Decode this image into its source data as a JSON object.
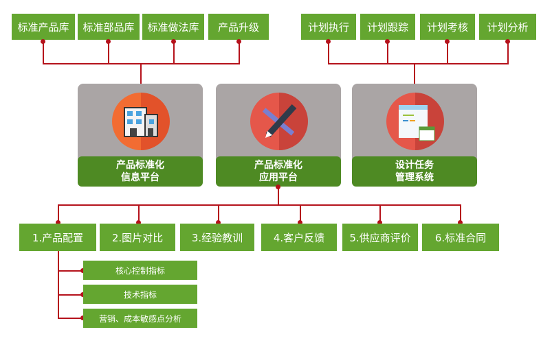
{
  "top_left_items": [
    "标准产品库",
    "标准部品库",
    "标准做法库",
    "产品升级"
  ],
  "top_right_items": [
    "计划执行",
    "计划跟踪",
    "计划考核",
    "计划分析"
  ],
  "platforms": [
    {
      "line1": "产品标准化",
      "line2": "信息平台",
      "icon": "building-icon"
    },
    {
      "line1": "产品标准化",
      "line2": "应用平台",
      "icon": "pencil-ruler-icon"
    },
    {
      "line1": "设计任务",
      "line2": "管理系统",
      "icon": "calendar-schedule-icon"
    }
  ],
  "modules": [
    "1.产品配置",
    "2.图片对比",
    "3.经验教训",
    "4.客户反馈",
    "5.供应商评价",
    "6.标准合同"
  ],
  "sub_items": [
    "核心控制指标",
    "技术指标",
    "营销、成本敏感点分析"
  ],
  "colors": {
    "green": "#64a630",
    "dark_green": "#4e8a23",
    "line": "#b5121b",
    "panel": "#aaa5a5"
  }
}
